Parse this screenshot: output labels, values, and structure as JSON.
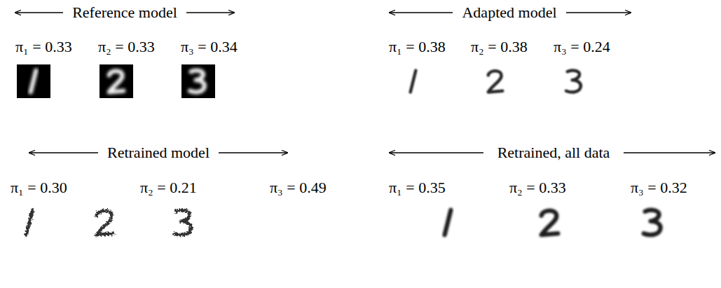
{
  "diagram": {
    "labels": [
      "Reference model",
      "π₁ = 0.33",
      "π₂ = 0.33",
      "π₃ = 0.34",
      "Adapted model",
      "π₁ = 0.38",
      "π₂ = 0.38",
      "π₃ = 0.24",
      "Retrained model",
      "π₁ = 0.30",
      "π₂ = 0.21",
      "π₃ = 0.49",
      "Retrained, all data",
      "π₁ = 0.35",
      "π₂ = 0.33",
      "π₃ = 0.32"
    ]
  }
}
